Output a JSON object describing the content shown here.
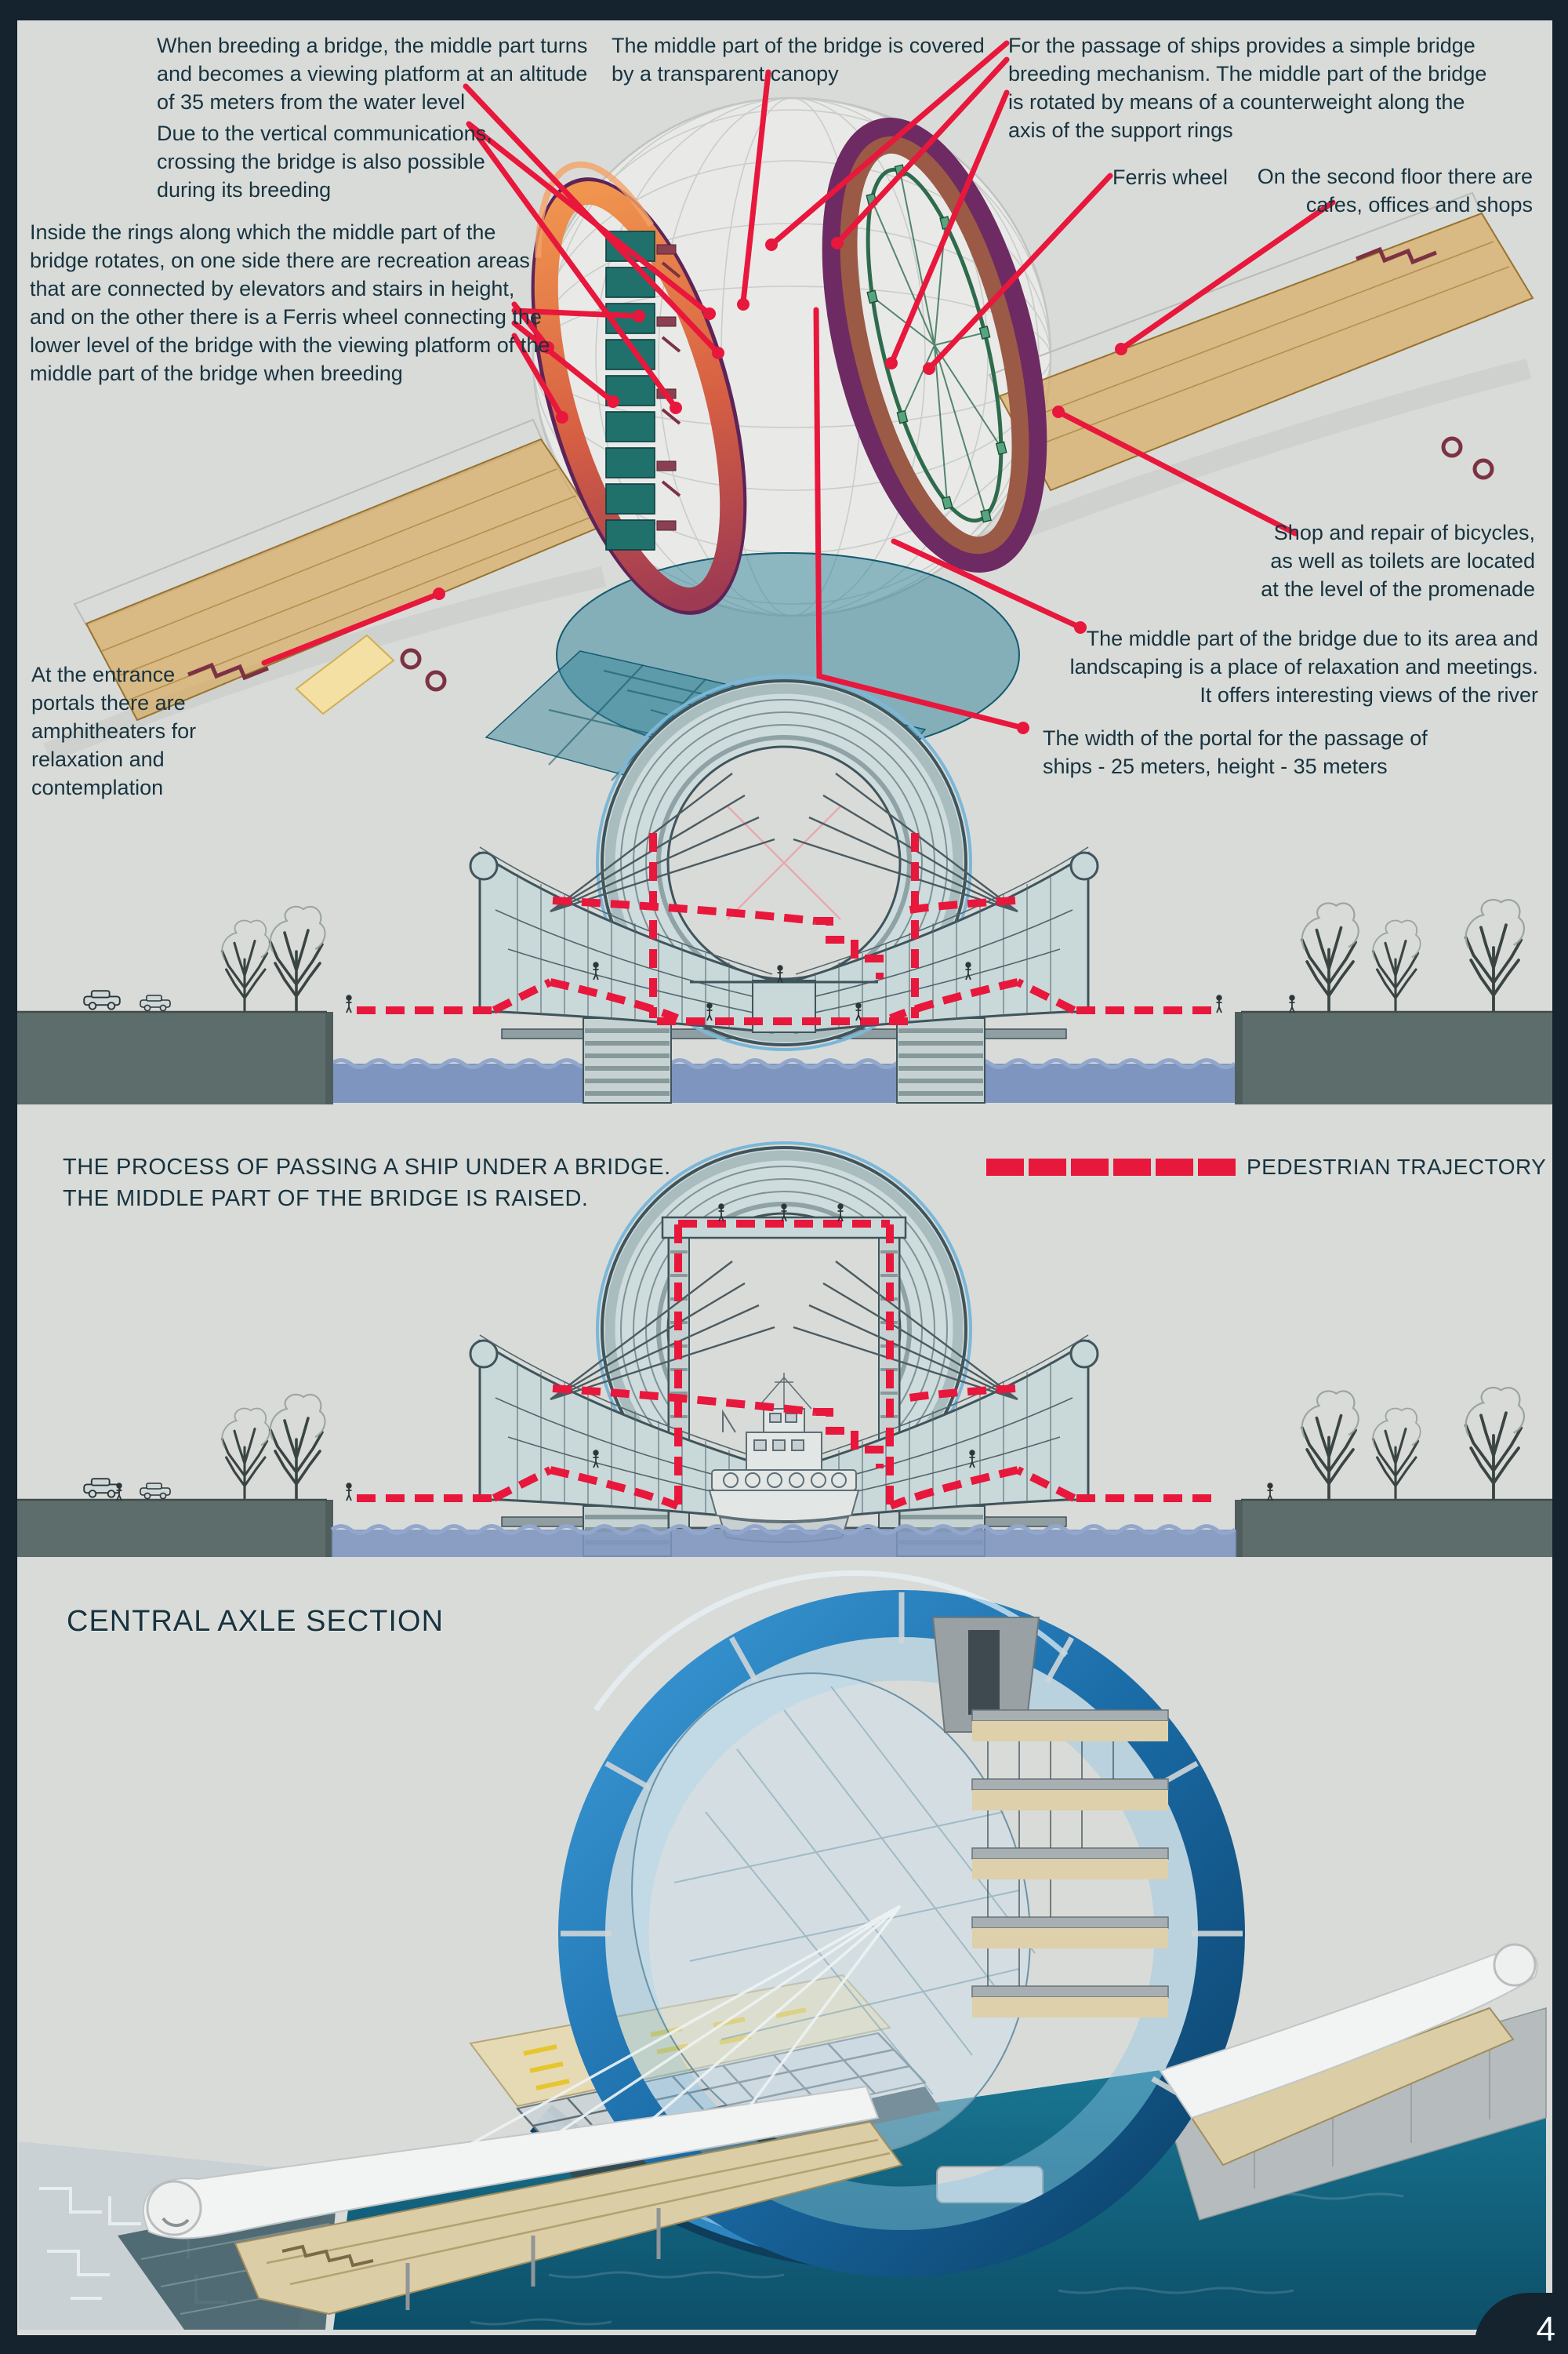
{
  "page": {
    "number": "4",
    "frame_color": "#14232e",
    "bg_color": "#d9dbd8",
    "accent_red": "#e8173c",
    "text_color": "#17333f",
    "water_color": "#7e95bf",
    "ground_color": "#5d6d6b"
  },
  "panel_top": {
    "annotations": {
      "breeding": {
        "lines": [
          "When breeding a bridge, the middle part turns",
          "and becomes a viewing platform at an altitude",
          "of 35 meters from the water level"
        ]
      },
      "vertical": {
        "lines": [
          "Due to the vertical communications,",
          "crossing the bridge is also possible",
          "during its breeding"
        ]
      },
      "rings": {
        "lines": [
          "Inside the rings along which the middle part of the",
          "bridge rotates, on one side there are recreation areas",
          "that are connected by elevators and stairs in height,",
          "and on the other there is a Ferris wheel connecting the",
          "lower level of the bridge with the viewing platform of the",
          "middle part of the bridge when breeding"
        ]
      },
      "canopy": {
        "lines": [
          "The middle part of the bridge is covered",
          "by a transparent canopy"
        ]
      },
      "passage": {
        "lines": [
          "For the passage of ships provides a simple bridge",
          "breeding mechanism. The middle part of the bridge",
          "is rotated by means of a counterweight along the",
          "axis of the support rings"
        ]
      },
      "ferris": {
        "lines": [
          "Ferris wheel"
        ]
      },
      "second_floor": {
        "lines": [
          "On the second floor there are",
          "cafes, offices and shops"
        ]
      },
      "entrance": {
        "lines": [
          "At the entrance",
          "portals there are",
          "amphitheaters for",
          "relaxation and",
          "contemplation"
        ]
      },
      "bicycles": {
        "lines": [
          "Shop and repair of bicycles,",
          "as well as toilets are located",
          "at the level of the promenade"
        ]
      },
      "relaxation": {
        "lines": [
          "The middle part of the bridge due to its area and",
          "landscaping is a place of relaxation and meetings.",
          "It offers interesting views of the river"
        ]
      },
      "portal": {
        "lines": [
          "The width of the portal for the passage of",
          "ships - 25 meters, height - 35 meters"
        ]
      }
    }
  },
  "panel_middle": {
    "title_lines": [
      "THE PROCESS OF PASSING A SHIP UNDER A BRIDGE.",
      "THE MIDDLE PART OF THE BRIDGE IS RAISED."
    ],
    "legend": {
      "label": "PEDESTRIAN TRAJECTORY",
      "swatch_color": "#e8173c",
      "swatch_count": 6
    }
  },
  "panel_bottom": {
    "title": "CENTRAL AXLE SECTION"
  }
}
